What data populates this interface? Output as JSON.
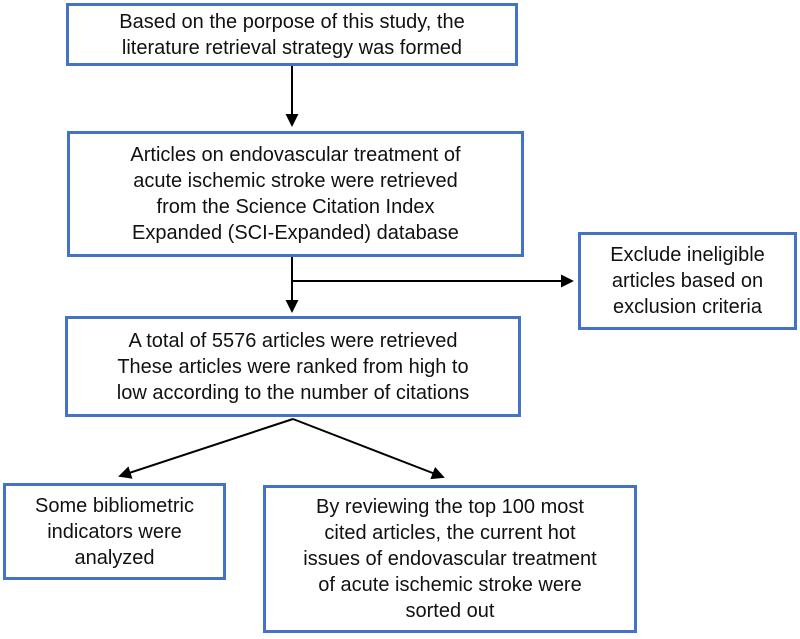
{
  "diagram": {
    "accent_color": "#4472C4",
    "arrow_color": "#000000",
    "boxes": {
      "strategy": {
        "lines": [
          "Based on the porpose of this study, the",
          "literature retrieval strategy was formed"
        ]
      },
      "retrieval": {
        "lines": [
          "Articles on endovascular treatment of",
          "acute ischemic stroke were retrieved",
          "from the Science Citation Index",
          "Expanded (SCI-Expanded) database"
        ]
      },
      "exclude": {
        "lines": [
          "Exclude ineligible",
          "articles based on",
          "exclusion criteria"
        ]
      },
      "ranked": {
        "lines": [
          "A total of 5576 articles were retrieved",
          "These articles were ranked from high to",
          "low according to the number of citations"
        ]
      },
      "indicators": {
        "lines": [
          "Some bibliometric",
          "indicators were",
          "analyzed"
        ]
      },
      "top100": {
        "lines": [
          "By reviewing the top 100 most",
          "cited articles, the current hot",
          "issues of endovascular treatment",
          "of acute ischemic stroke were",
          "sorted out"
        ]
      }
    }
  }
}
